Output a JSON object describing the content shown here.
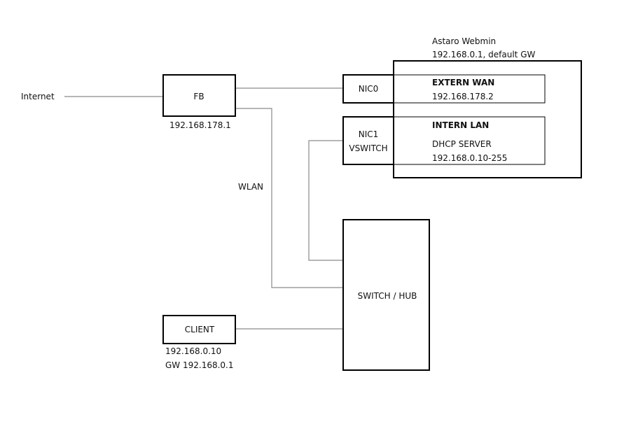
{
  "internet": {
    "label": "Internet"
  },
  "fb": {
    "label": "FB",
    "ip": "192.168.178.1"
  },
  "wlan": {
    "label": "WLAN"
  },
  "astaro": {
    "title": "Astaro Webmin",
    "subtitle": "192.168.0.1, default GW",
    "nic0": {
      "label": "NIC0"
    },
    "nic1": {
      "label_line1": "NIC1",
      "label_line2": "VSWITCH"
    },
    "extern": {
      "title": "EXTERN WAN",
      "ip": "192.168.178.2"
    },
    "intern": {
      "title": "INTERN LAN",
      "line1": "DHCP SERVER",
      "line2": "192.168.0.10-255"
    }
  },
  "switch": {
    "label": "SWITCH / HUB"
  },
  "client": {
    "label": "CLIENT",
    "ip": "192.168.0.10",
    "gw": "GW 192.168.0.1"
  }
}
